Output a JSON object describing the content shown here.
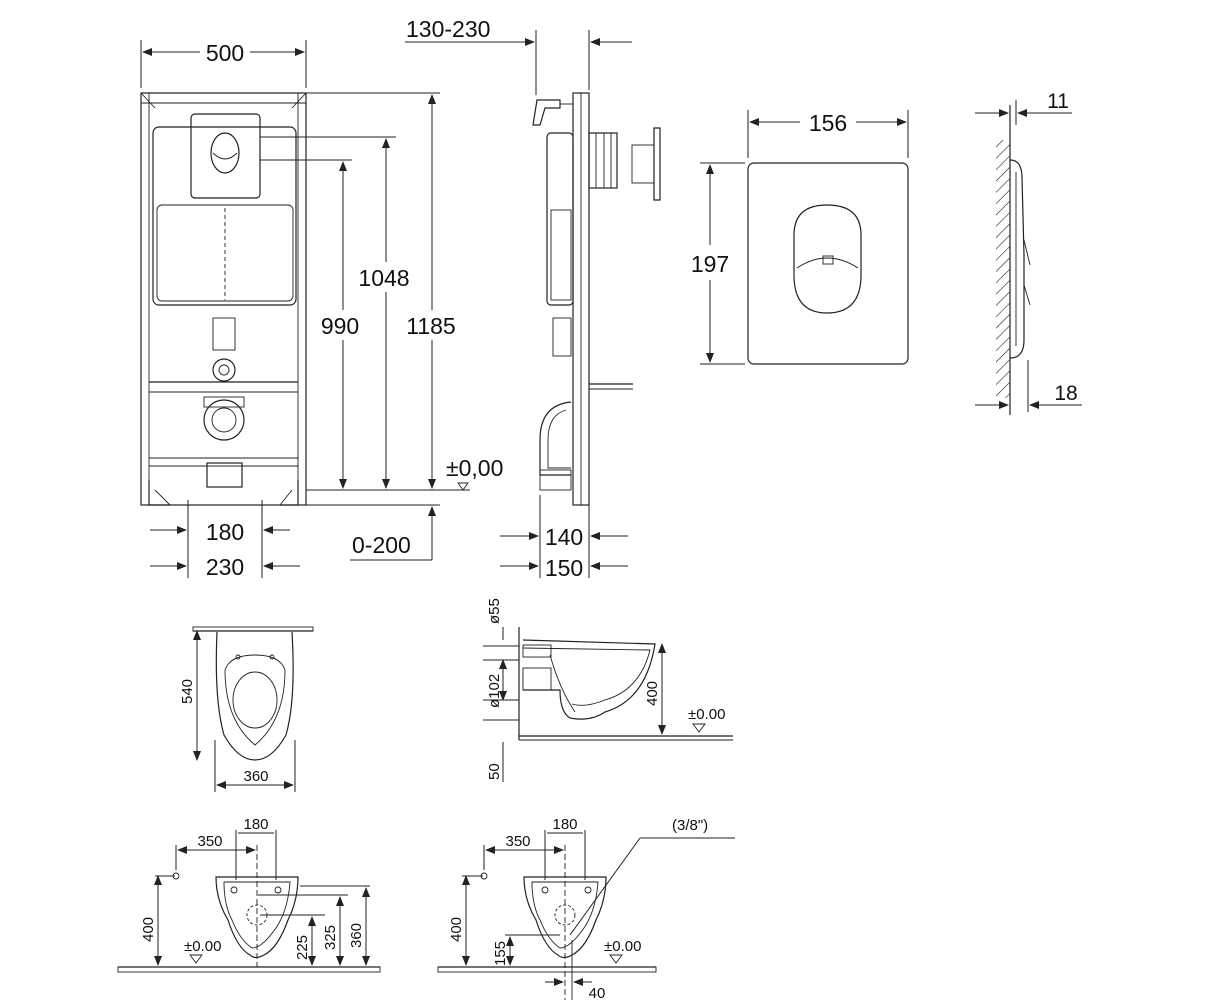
{
  "frame": {
    "width": "500",
    "height_total": "1185",
    "height_outlet": "1048",
    "height_990": "990",
    "floor_level": "±0,00",
    "floor_adjust": "0-200",
    "inner_180": "180",
    "inner_230": "230"
  },
  "side": {
    "depth_range": "130-230",
    "depth_140": "140",
    "depth_150": "150"
  },
  "plate": {
    "width": "156",
    "height": "197",
    "thickness_11": "11",
    "thickness_18": "18"
  },
  "bowl_top": {
    "length": "540",
    "width": "360"
  },
  "bowl_side": {
    "d55": "ø55",
    "d102": "ø102",
    "h400": "400",
    "h50": "50",
    "floor": "±0.00"
  },
  "front_left": {
    "d180": "180",
    "d350": "350",
    "h400": "400",
    "h225": "225",
    "h325": "325",
    "h360": "360",
    "floor": "±0.00"
  },
  "front_right": {
    "d180": "180",
    "d350": "350",
    "thread": "(3/8\")",
    "h400": "400",
    "h155": "155",
    "d40": "40",
    "floor": "±0.00"
  }
}
